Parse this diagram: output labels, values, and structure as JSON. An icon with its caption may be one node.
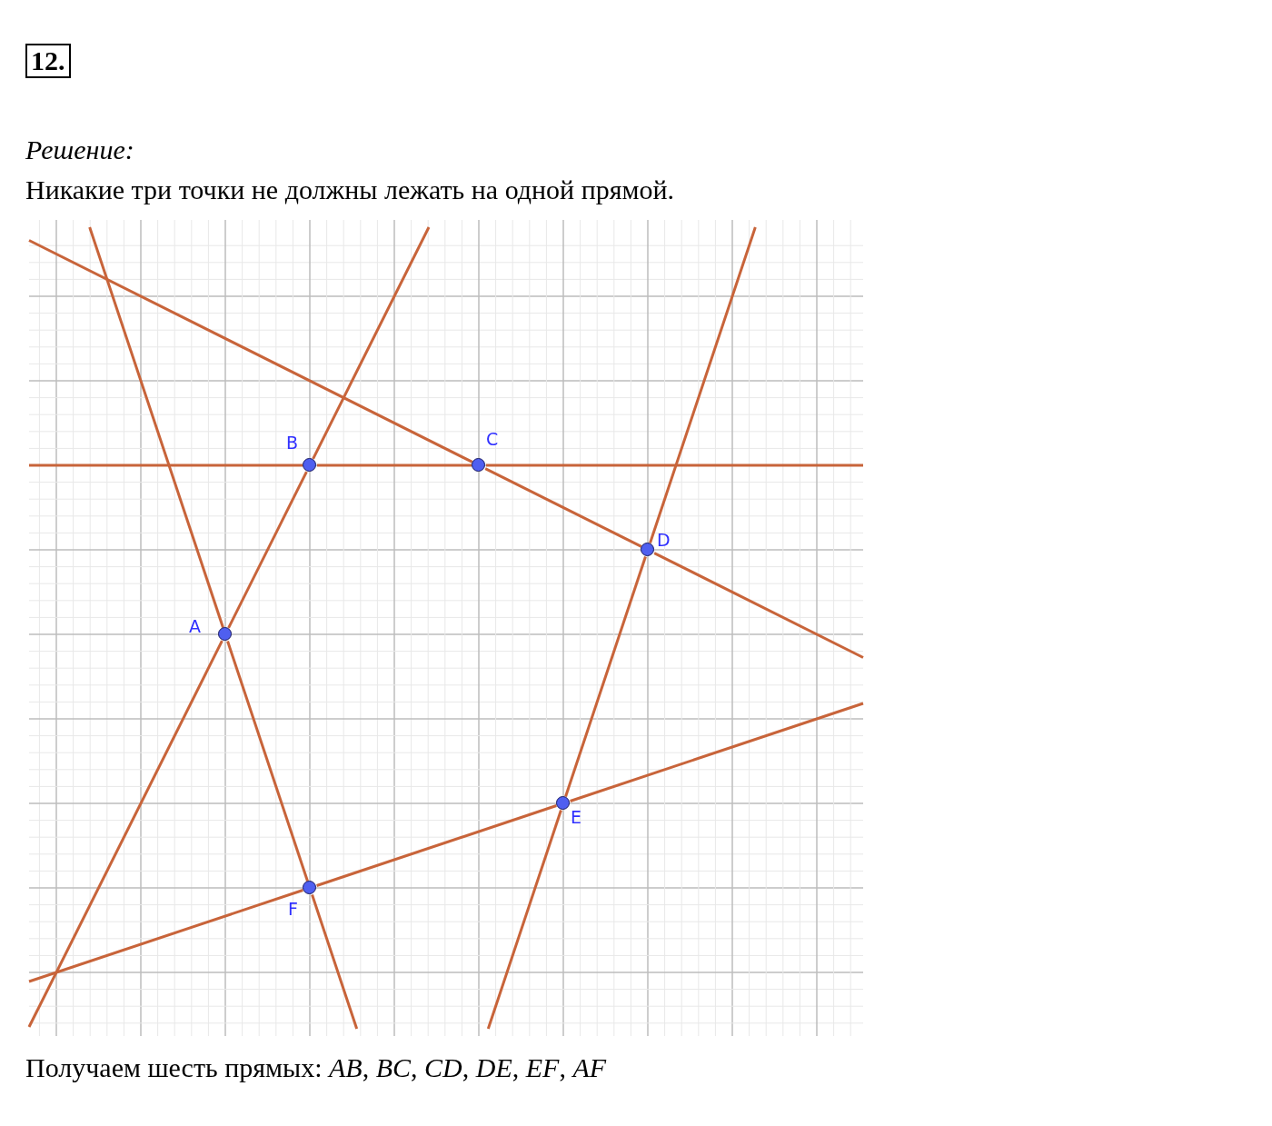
{
  "diagram": {
    "nodes": [
      {
        "text": [],
        "shape": "circle",
        "beside": [
          "A"
        ]
      },
      {
        "text": [],
        "shape": "circle",
        "beside": [
          "B"
        ]
      },
      {
        "text": [],
        "shape": "circle",
        "beside": [
          "C"
        ]
      },
      {
        "text": [],
        "shape": "circle",
        "beside": [
          "D"
        ]
      },
      {
        "text": [],
        "shape": "circle",
        "beside": [
          "E"
        ]
      },
      {
        "text": [],
        "shape": "circle",
        "beside": [
          "F"
        ]
      }
    ],
    "edges": [
      {
        "from": 0,
        "to": 1,
        "arrow": "none"
      },
      {
        "from": 1,
        "to": 2,
        "arrow": "none"
      },
      {
        "from": 2,
        "to": 3,
        "arrow": "none"
      },
      {
        "from": 3,
        "to": 4,
        "arrow": "none"
      },
      {
        "from": 4,
        "to": 5,
        "arrow": "none"
      },
      {
        "from": 5,
        "to": 0,
        "arrow": "none"
      }
    ],
    "labels": [
      "12.",
      "Решение:",
      "Никакие три точки не должны лежать на одной прямой.",
      "Получаем шесть прямых: *AB*, *BC*, *CD*, *DE*, *EF*, *AF*"
    ]
  }
}
